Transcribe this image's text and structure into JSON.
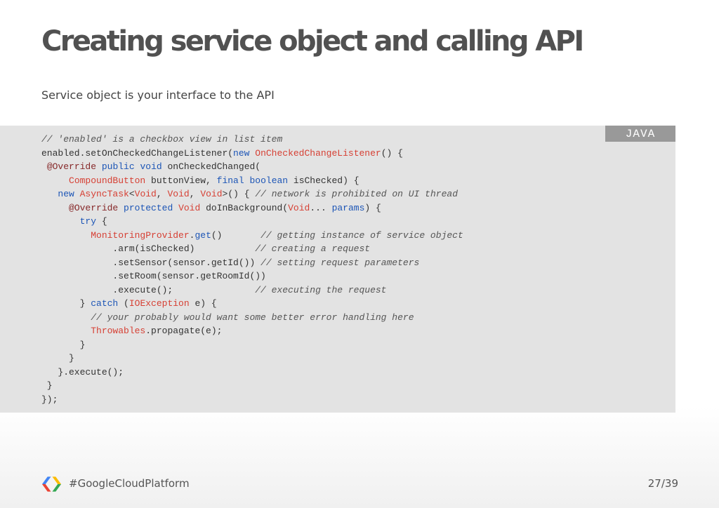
{
  "slide": {
    "title": "Creating service object and calling API",
    "subtitle": "Service object is your interface to the API"
  },
  "code_block": {
    "language": "JAVA",
    "lines": [
      [
        [
          "comment",
          "// 'enabled' is a checkbox view in list item"
        ]
      ],
      [
        [
          "plain",
          "enabled.setOnCheckedChangeListener("
        ],
        [
          "keyword",
          "new"
        ],
        [
          "plain",
          " "
        ],
        [
          "type",
          "OnCheckedChangeListener"
        ],
        [
          "plain",
          "() {"
        ]
      ],
      [
        [
          "plain",
          " "
        ],
        [
          "annotation",
          "@Override"
        ],
        [
          "plain",
          " "
        ],
        [
          "keyword",
          "public"
        ],
        [
          "plain",
          " "
        ],
        [
          "keyword",
          "void"
        ],
        [
          "plain",
          " onCheckedChanged("
        ]
      ],
      [
        [
          "plain",
          "     "
        ],
        [
          "type",
          "CompoundButton"
        ],
        [
          "plain",
          " buttonView, "
        ],
        [
          "keyword",
          "final"
        ],
        [
          "plain",
          " "
        ],
        [
          "keyword",
          "boolean"
        ],
        [
          "plain",
          " isChecked) {"
        ]
      ],
      [
        [
          "plain",
          "   "
        ],
        [
          "keyword",
          "new"
        ],
        [
          "plain",
          " "
        ],
        [
          "type",
          "AsyncTask"
        ],
        [
          "plain",
          "<"
        ],
        [
          "type",
          "Void"
        ],
        [
          "plain",
          ", "
        ],
        [
          "type",
          "Void"
        ],
        [
          "plain",
          ", "
        ],
        [
          "type",
          "Void"
        ],
        [
          "plain",
          ">() { "
        ],
        [
          "comment",
          "// network is prohibited on UI thread"
        ]
      ],
      [
        [
          "plain",
          "     "
        ],
        [
          "annotation",
          "@Override"
        ],
        [
          "plain",
          " "
        ],
        [
          "keyword",
          "protected"
        ],
        [
          "plain",
          " "
        ],
        [
          "type",
          "Void"
        ],
        [
          "plain",
          " doInBackground("
        ],
        [
          "type",
          "Void"
        ],
        [
          "plain",
          "... "
        ],
        [
          "keyword",
          "params"
        ],
        [
          "plain",
          ") {"
        ]
      ],
      [
        [
          "plain",
          "       "
        ],
        [
          "keyword",
          "try"
        ],
        [
          "plain",
          " {"
        ]
      ],
      [
        [
          "plain",
          "         "
        ],
        [
          "type",
          "MonitoringProvider"
        ],
        [
          "plain",
          "."
        ],
        [
          "keyword",
          "get"
        ],
        [
          "plain",
          "()       "
        ],
        [
          "comment",
          "// getting instance of service object"
        ]
      ],
      [
        [
          "plain",
          "             .arm(isChecked)           "
        ],
        [
          "comment",
          "// creating a request"
        ]
      ],
      [
        [
          "plain",
          "             .setSensor(sensor.getId()) "
        ],
        [
          "comment",
          "// setting request parameters"
        ]
      ],
      [
        [
          "plain",
          "             .setRoom(sensor.getRoomId())"
        ]
      ],
      [
        [
          "plain",
          "             .execute();               "
        ],
        [
          "comment",
          "// executing the request"
        ]
      ],
      [
        [
          "plain",
          "       } "
        ],
        [
          "keyword",
          "catch"
        ],
        [
          "plain",
          " ("
        ],
        [
          "type",
          "IOException"
        ],
        [
          "plain",
          " e) {"
        ]
      ],
      [
        [
          "plain",
          "         "
        ],
        [
          "comment",
          "// your probably would want some better error handling here"
        ]
      ],
      [
        [
          "plain",
          "         "
        ],
        [
          "type",
          "Throwables"
        ],
        [
          "plain",
          ".propagate(e);"
        ]
      ],
      [
        [
          "plain",
          "       }"
        ]
      ],
      [
        [
          "plain",
          "     }"
        ]
      ],
      [
        [
          "plain",
          "   }.execute();"
        ]
      ],
      [
        [
          "plain",
          " }"
        ]
      ],
      [
        [
          "plain",
          "});"
        ]
      ]
    ]
  },
  "footer": {
    "logo_icon": "google-cloud-platform-logo-icon",
    "logo_colors": [
      "#4285f4",
      "#ea4335",
      "#fbbc05",
      "#34a853"
    ],
    "hashtag": "#GoogleCloudPlatform",
    "page_number": "27/39"
  },
  "colors": {
    "code_background": "#e3e3e3",
    "keyword": "#1c55b6",
    "type": "#d64034",
    "annotation": "#862829",
    "comment": "#555555",
    "badge_background": "#999999"
  }
}
